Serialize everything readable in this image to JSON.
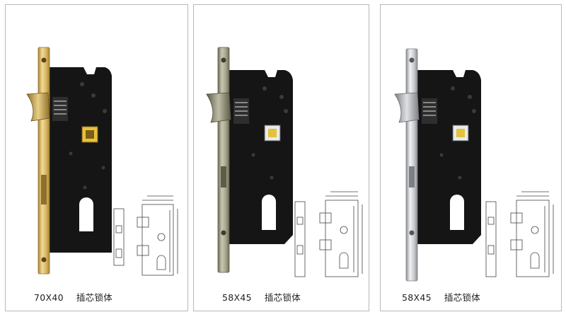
{
  "products": [
    {
      "size": "70X40",
      "name": "插芯锁体",
      "faceplate_finish": "gold",
      "colors": {
        "plate_light": "#f3dc98",
        "plate_mid": "#d8b664",
        "plate_dark": "#a98635",
        "latch_light": "#e7cf86",
        "latch_dark": "#8f6f2a",
        "cylinder": "#e9c13c"
      }
    },
    {
      "size": "58X45",
      "name": "插芯锁体",
      "faceplate_finish": "antique-bronze",
      "colors": {
        "plate_light": "#c9c7b2",
        "plate_mid": "#a6a48c",
        "plate_dark": "#6f6d58",
        "latch_light": "#bebca6",
        "latch_dark": "#5e5c48",
        "cylinder": "#e8eaee"
      }
    },
    {
      "size": "58X45",
      "name": "插芯锁体",
      "faceplate_finish": "satin-chrome",
      "colors": {
        "plate_light": "#f1f2f4",
        "plate_mid": "#c9cbcf",
        "plate_dark": "#8d9095",
        "latch_light": "#dfe1e4",
        "latch_dark": "#7c7f84",
        "cylinder": "#e8eaee"
      }
    }
  ]
}
